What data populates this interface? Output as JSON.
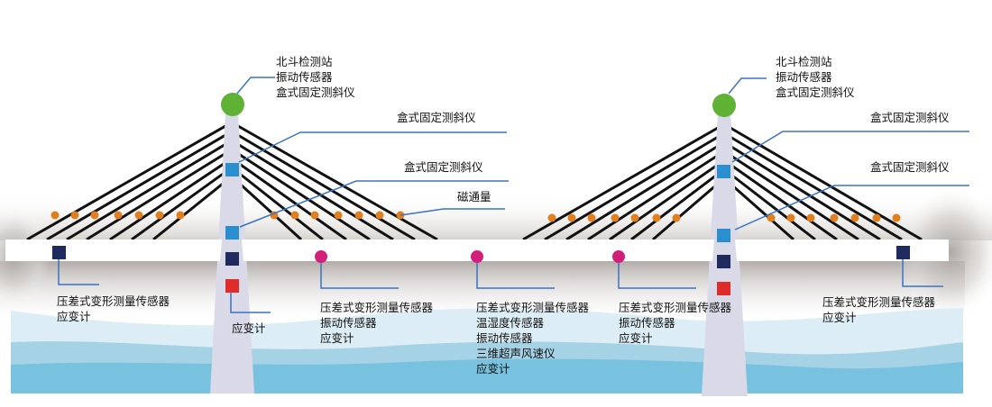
{
  "diagram": {
    "title": "",
    "colors": {
      "pylon": "#d9d9e8",
      "cable": "#111111",
      "leader_line": "#3a73c4",
      "beidou_station": "#5fb234",
      "inclinometer": "#2b8fcf",
      "deformation_sensor": "#1f2a5e",
      "strain_gauge": "#e02b2b",
      "multi_sensor": "#d2207a",
      "magnetic_flux": "#e07f1e",
      "water_light": "#dcedf5",
      "water_mid": "#a5d2e4",
      "water_deep": "#78c2e0",
      "deck": "#ffffff"
    },
    "pylons": [
      {
        "name": "left-pylon",
        "top_label": [
          "北斗检测站",
          "振动传感器",
          "盒式固定测斜仪"
        ],
        "inclinometer_upper_label": [
          "盒式固定测斜仪"
        ],
        "inclinometer_lower_label": [
          "盒式固定测斜仪"
        ],
        "base_label": [
          "应变计"
        ]
      },
      {
        "name": "right-pylon",
        "top_label": [
          "北斗检测站",
          "振动传感器",
          "盒式固定测斜仪"
        ],
        "inclinometer_upper_label": [
          "盒式固定测斜仪"
        ],
        "inclinometer_lower_label": [
          "盒式固定测斜仪"
        ]
      }
    ],
    "magnetic_flux_label": [
      "磁通量"
    ],
    "deck_sensors": [
      {
        "type": "deformation",
        "label": [
          "压差式变形测量传感器",
          "应变计"
        ]
      },
      {
        "type": "multi",
        "label": [
          "压差式变形测量传感器",
          "振动传感器",
          "应变计"
        ]
      },
      {
        "type": "multi",
        "label": [
          "压差式变形测量传感器",
          "温湿度传感器",
          "振动传感器",
          "三维超声风速仪",
          "应变计"
        ]
      },
      {
        "type": "multi",
        "label": [
          "压差式变形测量传感器",
          "振动传感器",
          "应变计"
        ]
      },
      {
        "type": "deformation",
        "label": [
          "压差式变形测量传感器",
          "应变计"
        ]
      }
    ]
  }
}
